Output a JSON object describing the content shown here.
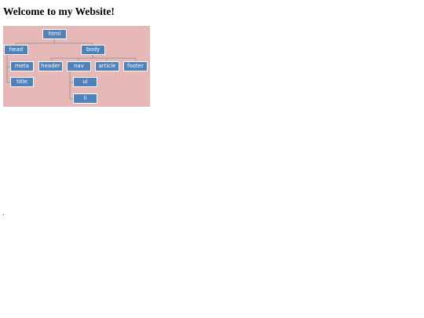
{
  "page": {
    "heading": "Welcome to my Website!"
  },
  "dom_tree": {
    "background_color": "#e6b9b8",
    "node_color": "#4f81bd",
    "connector_color": "#8a8a8a",
    "nodes": {
      "html": "html",
      "head": "head",
      "body": "body",
      "meta": "meta",
      "title": "title",
      "header": "header",
      "nav": "nav",
      "article": "article",
      "footer": "footer",
      "ul": "ul",
      "li": "li"
    }
  }
}
